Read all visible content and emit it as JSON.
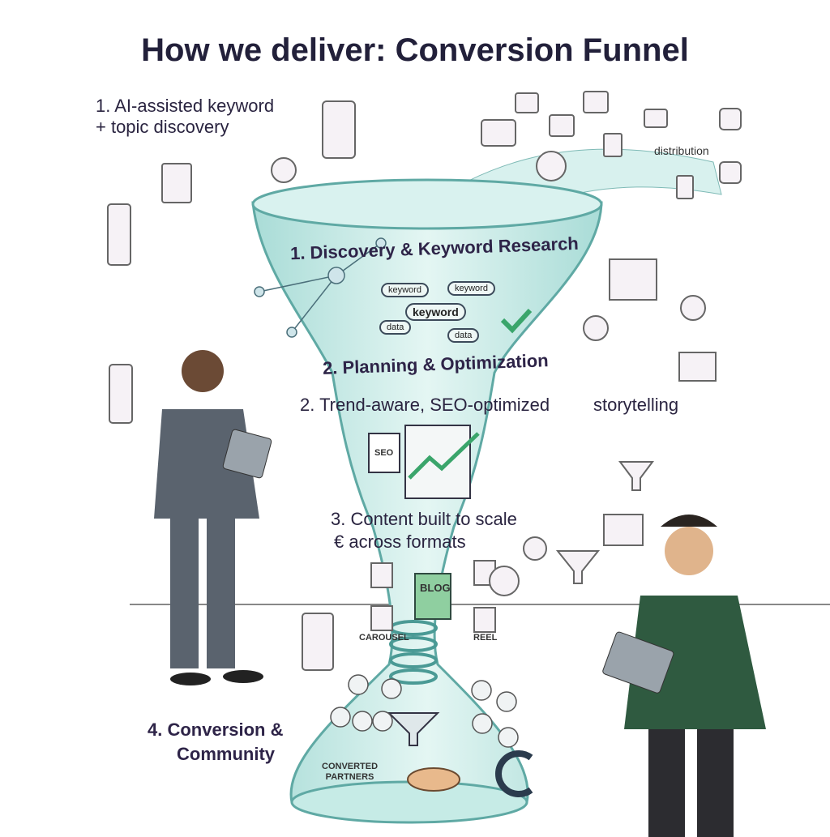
{
  "title": "How we deliver: Conversion Funnel",
  "notes": {
    "discovery": "1. AI-assisted keyword\n+ topic discovery",
    "trend": "2. Trend-aware, SEO-optimized",
    "storytelling": "storytelling",
    "content_line1": "3. Content built to scale",
    "content_line2": "€ across formats",
    "conversion_line1": "4. Conversion &",
    "conversion_line2": "Community",
    "distribution": "distribution"
  },
  "stages": [
    {
      "label": "1. Discovery & Keyword Research"
    },
    {
      "label": "2. Planning & Optimization"
    }
  ],
  "keyword_map": [
    "keyword",
    "keyword",
    "keyword",
    "data",
    "data"
  ],
  "formats": {
    "center": "BLOG",
    "left": "CAROUSEL",
    "right": "REEL",
    "seo": "SEO"
  },
  "bottom": {
    "converted": "CONVERTED\nPARTNERS",
    "logo": "C"
  },
  "colors": {
    "funnel": "#bfe6e2",
    "funnel_edge": "#5fa9a4",
    "title": "#22203a",
    "accent_green": "#3aa56b"
  }
}
